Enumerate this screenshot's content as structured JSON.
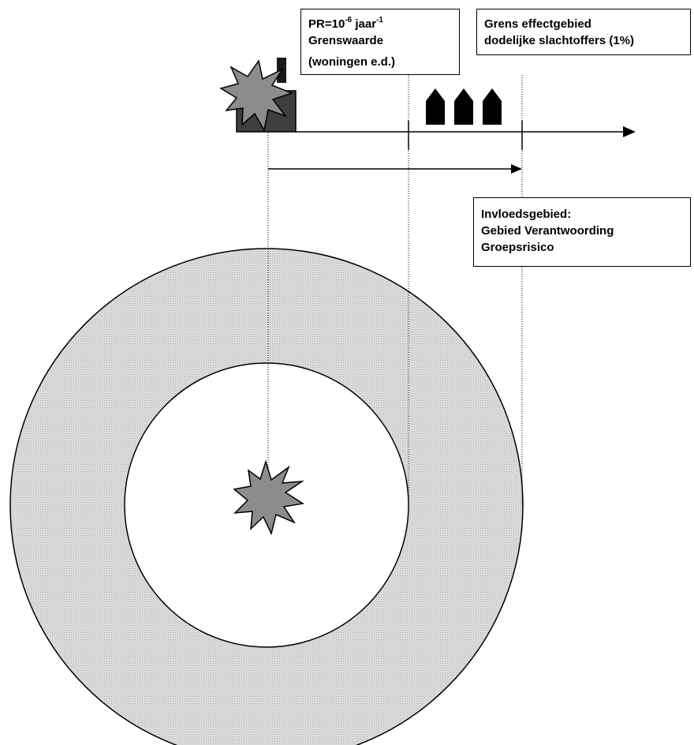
{
  "labels": {
    "pr_box": {
      "line1_prefix": "PR=10",
      "line1_exp": "-6",
      "line1_mid": " jaar",
      "line1_exp2": "-1",
      "line2": "Grenswaarde",
      "line3": "(woningen e.d.)"
    },
    "effect_box": {
      "line1": "Grens effectgebied",
      "line2": "dodelijke slachtoffers (1%)"
    },
    "influence_box": {
      "line1": "Invloedsgebied:",
      "line2": "Gebied Verantwoording",
      "line3": "Groepsrisico"
    }
  },
  "icons": {
    "source": "explosion-icon",
    "factory": "factory-icon",
    "houses": "house-icon",
    "center": "explosion-icon"
  },
  "colors": {
    "line": "#000000",
    "explosion_fill": "#8c8c8c",
    "factory_fill": "#3f3f3f",
    "ring_pattern": "#c8c8c8",
    "background": "#ffffff"
  }
}
